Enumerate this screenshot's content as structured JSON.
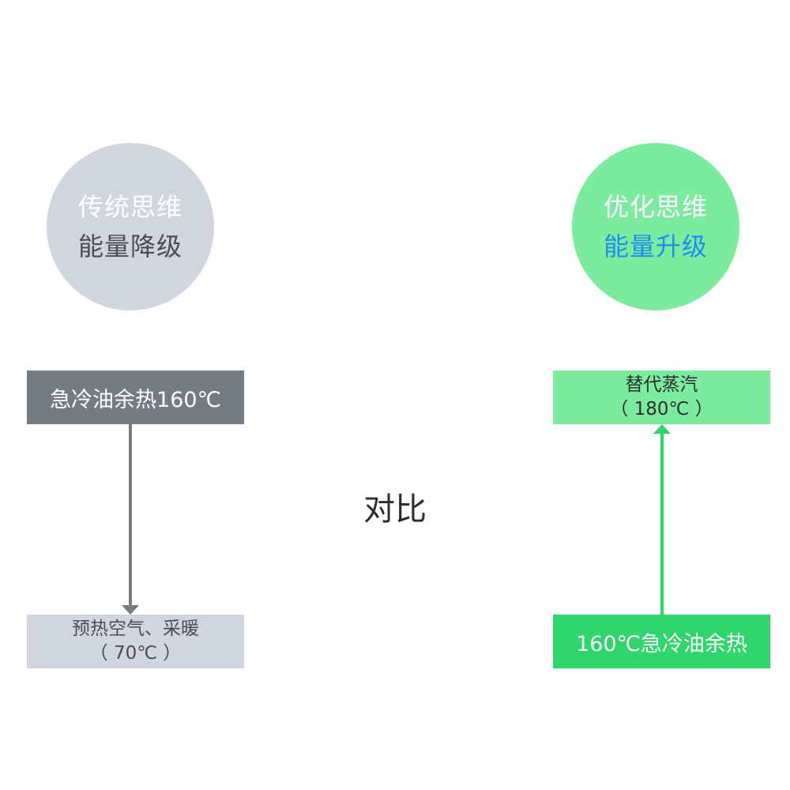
{
  "left": {
    "circle": {
      "line1": "传统思维",
      "line2": "能量降级"
    },
    "top_box": "急冷油余热160℃",
    "bottom_box": {
      "line1": "预热空气、采暖",
      "line2": "（ 70℃ ）"
    }
  },
  "right": {
    "circle": {
      "line1": "优化思维",
      "line2": "能量升级"
    },
    "top_box": {
      "line1": "替代蒸汽",
      "line2": "（ 180℃ ）"
    },
    "bottom_box": "160℃急冷油余热"
  },
  "center_label": "对比",
  "colors": {
    "gray_dark": "#737b85",
    "gray_light": "#cfd6df",
    "green_light": "#7bec9e",
    "green": "#2ed66c",
    "blue": "#1e8cf2"
  }
}
